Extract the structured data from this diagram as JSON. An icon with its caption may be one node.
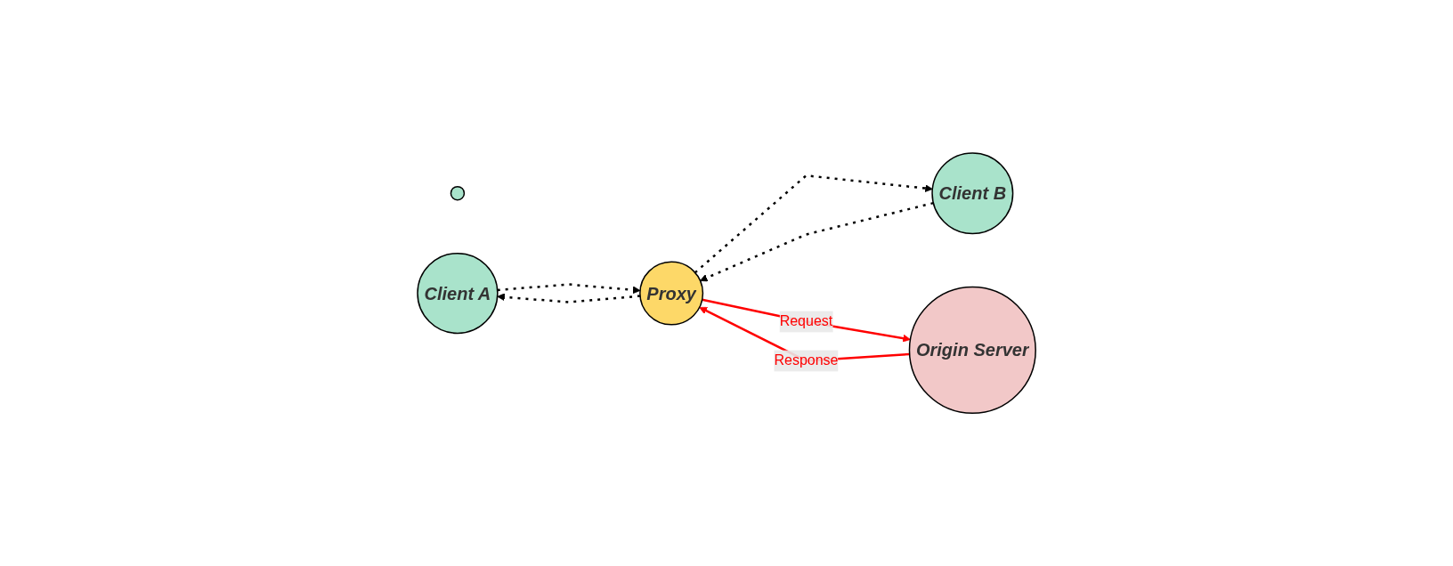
{
  "diagram": {
    "nodes": [
      {
        "text": [],
        "shape": "circle"
      },
      {
        "text": [
          "Client A"
        ]
      },
      {
        "text": [
          "Client B"
        ]
      },
      {
        "text": [
          "Proxy"
        ]
      },
      {
        "text": [
          "Origin Server"
        ]
      }
    ],
    "edges": [
      {
        "from": 1,
        "to": 3,
        "arrow": "to",
        "style": "dashed"
      },
      {
        "from": 3,
        "to": 1,
        "arrow": "to",
        "style": "dashed"
      },
      {
        "from": 2,
        "to": 3,
        "arrow": "to",
        "style": "dashed"
      },
      {
        "from": 3,
        "to": 2,
        "arrow": "to",
        "style": "dashed"
      },
      {
        "from": 3,
        "to": 4,
        "arrow": "to",
        "label": "Request",
        "color": "#ff0000"
      },
      {
        "from": 4,
        "to": 3,
        "arrow": "to",
        "label": "Response",
        "color": "#ff0000"
      }
    ]
  }
}
